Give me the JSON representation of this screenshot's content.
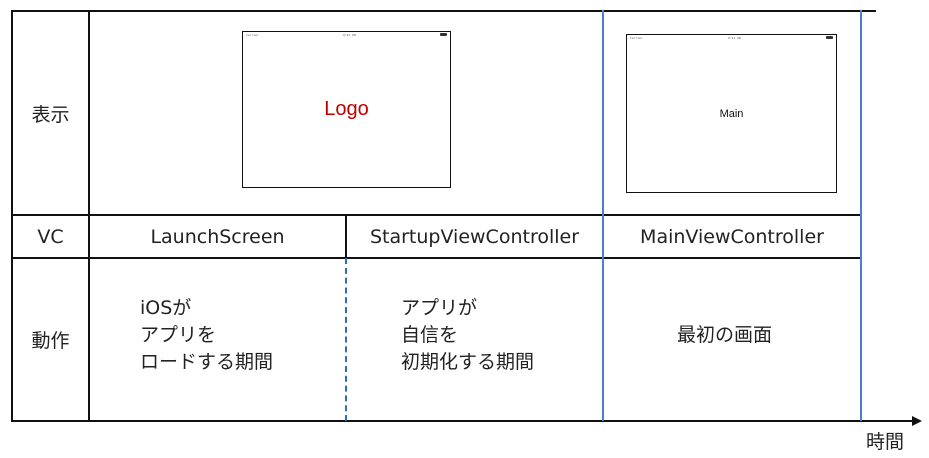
{
  "rows": {
    "display_label": "表示",
    "vc_label": "VC",
    "action_label": "動作"
  },
  "vc": {
    "launch": "LaunchScreen",
    "startup": "StartupViewController",
    "main": "MainViewController"
  },
  "screens": {
    "logo_text": "Logo",
    "main_text": "Main",
    "logo_color": "#c00000",
    "status_carrier": "Carrier",
    "status_time": "9:41 AM",
    "status_battery": "100%"
  },
  "actions": {
    "launch": "iOSが\nアプリを\nロードする期間",
    "startup": "アプリが\n自信を\n初期化する期間",
    "main": "最初の画面"
  },
  "axis": {
    "label": "時間"
  },
  "colors": {
    "line": "#111111",
    "blue_divider": "#4a7fd0",
    "dashed_divider": "#2f6db5"
  }
}
